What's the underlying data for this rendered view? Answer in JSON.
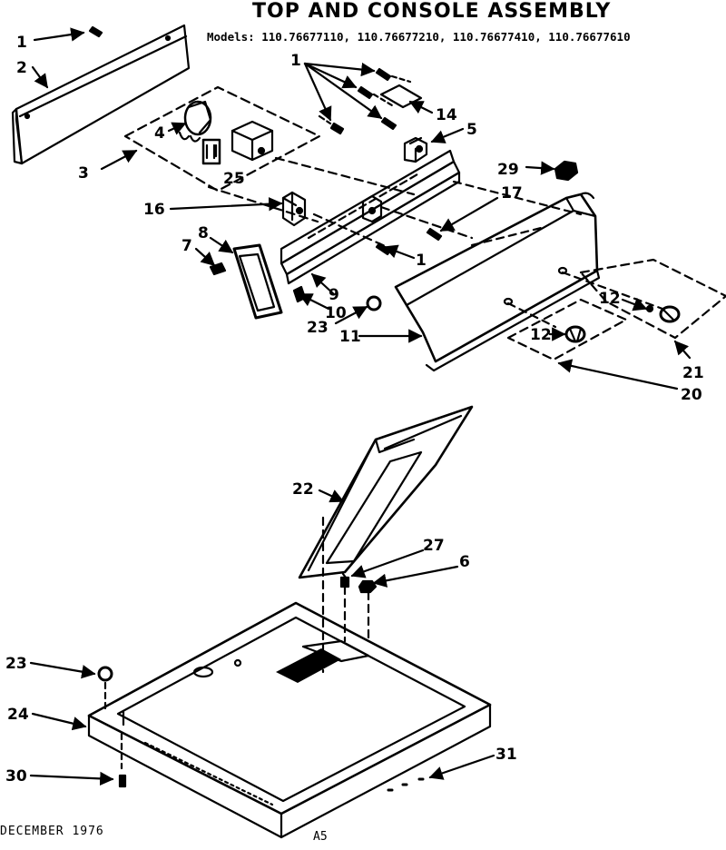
{
  "header": {
    "title": "TOP AND CONSOLE ASSEMBLY",
    "models": "Models: 110.76677110, 110.76677210, 110.76677410, 110.76677610"
  },
  "footer": {
    "date": "DECEMBER 1976",
    "code": "A5"
  },
  "callouts": [
    {
      "id": "c1a",
      "text": "1"
    },
    {
      "id": "c2",
      "text": "2"
    },
    {
      "id": "c3",
      "text": "3"
    },
    {
      "id": "c4",
      "text": "4"
    },
    {
      "id": "c25",
      "text": "25"
    },
    {
      "id": "c1b",
      "text": "1"
    },
    {
      "id": "c14",
      "text": "14"
    },
    {
      "id": "c5",
      "text": "5"
    },
    {
      "id": "c29",
      "text": "29"
    },
    {
      "id": "c17",
      "text": "17"
    },
    {
      "id": "c16",
      "text": "16"
    },
    {
      "id": "c8",
      "text": "8"
    },
    {
      "id": "c7",
      "text": "7"
    },
    {
      "id": "c1c",
      "text": "1"
    },
    {
      "id": "c9",
      "text": "9"
    },
    {
      "id": "c10",
      "text": "10"
    },
    {
      "id": "c23a",
      "text": "23"
    },
    {
      "id": "c11",
      "text": "11"
    },
    {
      "id": "c12a",
      "text": "12"
    },
    {
      "id": "c12b",
      "text": "12"
    },
    {
      "id": "c21",
      "text": "21"
    },
    {
      "id": "c20",
      "text": "20"
    },
    {
      "id": "c22",
      "text": "22"
    },
    {
      "id": "c27",
      "text": "27"
    },
    {
      "id": "c6",
      "text": "6"
    },
    {
      "id": "c23b",
      "text": "23"
    },
    {
      "id": "c24",
      "text": "24"
    },
    {
      "id": "c30",
      "text": "30"
    },
    {
      "id": "c31",
      "text": "31"
    }
  ]
}
